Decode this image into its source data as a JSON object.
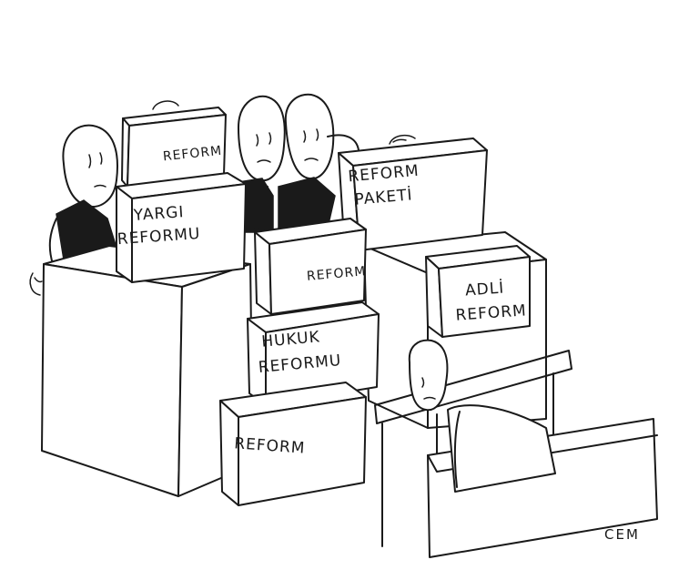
{
  "boxes": {
    "top_left": "REFORM",
    "yargi_line1": "YARGI",
    "yargi_line2": "REFORMU",
    "paket_line1": "REFORM",
    "paket_line2": "PAKETİ",
    "middle": "REFORM",
    "adli_line1": "ADLİ",
    "adli_line2": "REFORM",
    "hukuk_line1": "HUKUK",
    "hukuk_line2": "REFORMU",
    "bottom": "REFORM"
  },
  "signature": "CEM",
  "colors": {
    "ink": "#1a1a1a",
    "paper": "#ffffff"
  }
}
